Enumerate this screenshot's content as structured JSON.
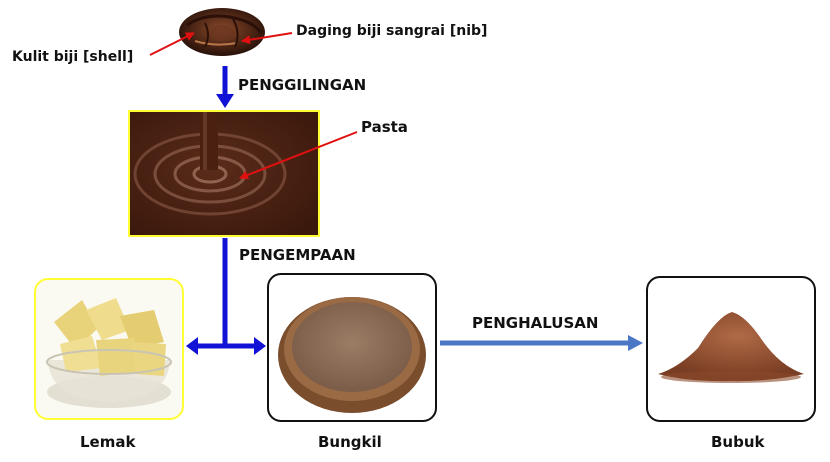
{
  "labels": {
    "shell": "Kulit biji [shell]",
    "nib": "Daging biji sangrai [nib]",
    "grinding": "PENGGILINGAN",
    "paste": "Pasta",
    "pressing": "PENGEMPAAN",
    "refining": "PENGHALUSAN",
    "fat": "Lemak",
    "cake": "Bungkil",
    "powder": "Bubuk"
  },
  "colors": {
    "flow_arrow": "#1212d6",
    "refine_arrow": "#4a78c6",
    "pointer": "#e01010",
    "highlight_border": "#ffff33",
    "box_border": "#111111"
  },
  "icons": {
    "bean": "cocoa-bean-illustration",
    "paste": "chocolate-paste-swirl-illustration",
    "fat": "cocoa-butter-bowl-illustration",
    "cake": "cocoa-cake-bowl-illustration",
    "powder": "cocoa-powder-pile-illustration"
  }
}
